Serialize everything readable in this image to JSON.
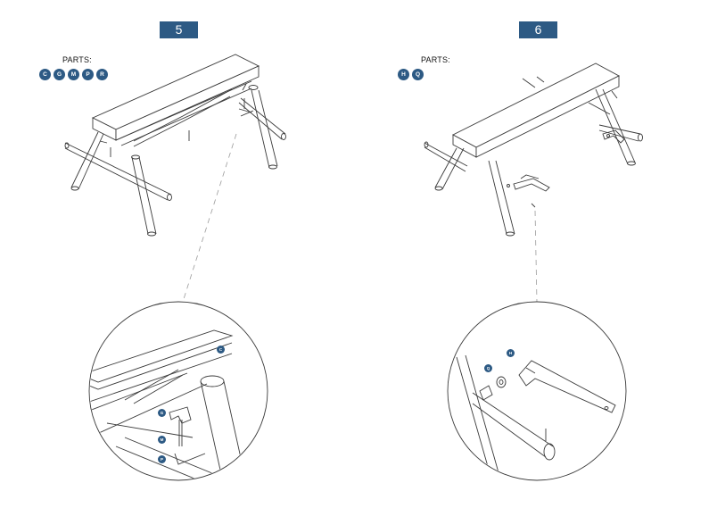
{
  "steps": [
    {
      "number": "5",
      "parts_label": "PARTS:",
      "parts": [
        "C",
        "G",
        "M",
        "P",
        "R"
      ],
      "callouts": [
        "C",
        "G",
        "M",
        "P"
      ]
    },
    {
      "number": "6",
      "parts_label": "PARTS:",
      "parts": [
        "H",
        "Q"
      ],
      "callouts": [
        "Q",
        "H"
      ]
    }
  ],
  "colors": {
    "accent": "#2d5a84",
    "line": "#3a3a3a"
  }
}
